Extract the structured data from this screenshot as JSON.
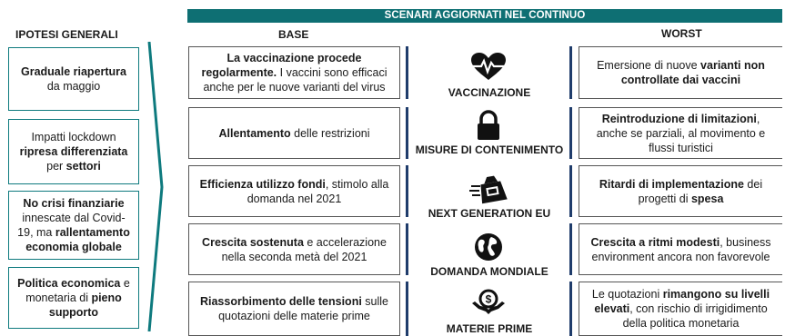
{
  "header": {
    "banner": "SCENARI AGGIORNATI NEL CONTINUO",
    "ipotesi": "IPOTESI GENERALI",
    "base": "BASE",
    "worst": "WORST"
  },
  "ipotesi": [
    {
      "parts": [
        {
          "t": "Graduale riapertura",
          "b": true
        },
        {
          "t": " da maggio",
          "b": false
        }
      ]
    },
    {
      "parts": [
        {
          "t": "Impatti lockdown ",
          "b": false
        },
        {
          "t": "ripresa differenziata",
          "b": true
        },
        {
          "t": " per ",
          "b": false
        },
        {
          "t": "settori",
          "b": true
        }
      ]
    },
    {
      "parts": [
        {
          "t": "No crisi finanziarie",
          "b": true
        },
        {
          "t": " innescate dal Covid-19, ma ",
          "b": false
        },
        {
          "t": "rallentamento economia globale",
          "b": true
        }
      ]
    },
    {
      "parts": [
        {
          "t": "Politica economica",
          "b": true
        },
        {
          "t": " e monetaria di ",
          "b": false
        },
        {
          "t": "pieno supporto",
          "b": true
        }
      ]
    }
  ],
  "scenari": [
    {
      "label": "VACCINAZIONE",
      "icon": "heart-pulse-icon",
      "base": [
        {
          "t": "La vaccinazione procede regolarmente.",
          "b": true
        },
        {
          "t": " I vaccini sono efficaci anche per le nuove varianti del virus",
          "b": false
        }
      ],
      "worst": [
        {
          "t": "Emersione di nuove ",
          "b": false
        },
        {
          "t": "varianti non controllate dai vaccini",
          "b": true
        }
      ]
    },
    {
      "label": "MISURE DI CONTENIMENTO",
      "icon": "padlock-icon",
      "base": [
        {
          "t": "Allentamento",
          "b": true
        },
        {
          "t": " delle restrizioni",
          "b": false
        }
      ],
      "worst": [
        {
          "t": "Reintroduzione di limitazioni",
          "b": true
        },
        {
          "t": ", anche se parziali, al  movimento e flussi turistici",
          "b": false
        }
      ]
    },
    {
      "label": "NEXT GENERATION EU",
      "icon": "money-bag-icon",
      "base": [
        {
          "t": "Efficienza utilizzo fondi",
          "b": true
        },
        {
          "t": ", stimolo alla domanda nel 2021",
          "b": false
        }
      ],
      "worst": [
        {
          "t": "Ritardi di implementazione",
          "b": true
        },
        {
          "t": " dei progetti di ",
          "b": false
        },
        {
          "t": "spesa",
          "b": true
        }
      ]
    },
    {
      "label": "DOMANDA MONDIALE",
      "icon": "globe-icon",
      "base": [
        {
          "t": "Crescita sostenuta",
          "b": true
        },
        {
          "t": " e accelerazione nella seconda metà del 2021",
          "b": false
        }
      ],
      "worst": [
        {
          "t": "Crescita a ritmi modesti",
          "b": true
        },
        {
          "t": ", business environment ancora non favorevole",
          "b": false
        }
      ]
    },
    {
      "label": "MATERIE PRIME",
      "icon": "hand-coin-icon",
      "base": [
        {
          "t": "Riassorbimento delle tensioni",
          "b": true
        },
        {
          "t": " sulle quotazioni delle materie prime",
          "b": false
        }
      ],
      "worst": [
        {
          "t": "Le quotazioni ",
          "b": false
        },
        {
          "t": "rimangono su livelli elevati",
          "b": true
        },
        {
          "t": ", con rischio di irrigidimento della politica monetaria",
          "b": false
        }
      ]
    }
  ]
}
